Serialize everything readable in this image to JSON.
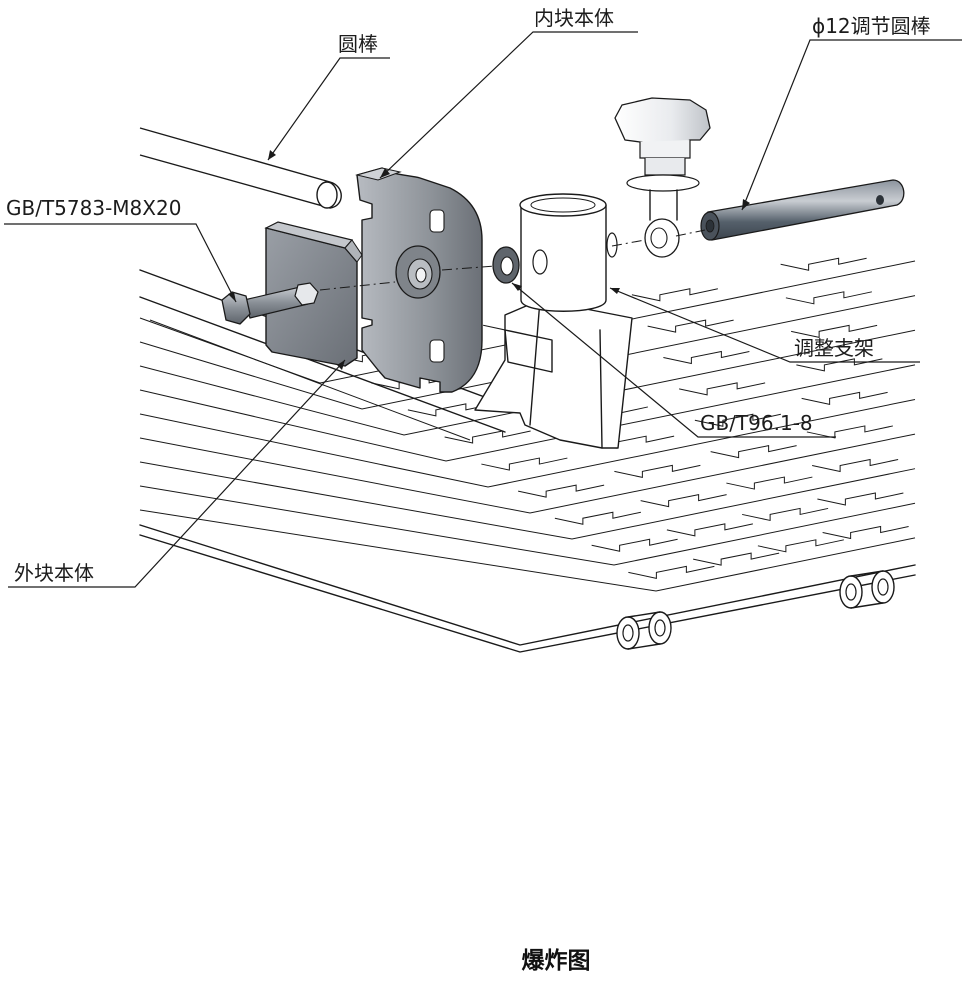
{
  "diagram": {
    "title": "爆炸图",
    "labels": {
      "round_bar": "圆棒",
      "inner_block": "内块本体",
      "adjust_rod": "ϕ12调节圆棒",
      "bolt": "GB/T5783-M8X20",
      "bracket": "调整支架",
      "washer": "GB/T96.1-8",
      "outer_block": "外块本体"
    },
    "colors": {
      "line": "#1a1a1a",
      "metal_dark": "#6f747b",
      "metal_mid": "#9ea3a9",
      "metal_light": "#d4d7db",
      "steel_blue": "#5b6470"
    }
  }
}
